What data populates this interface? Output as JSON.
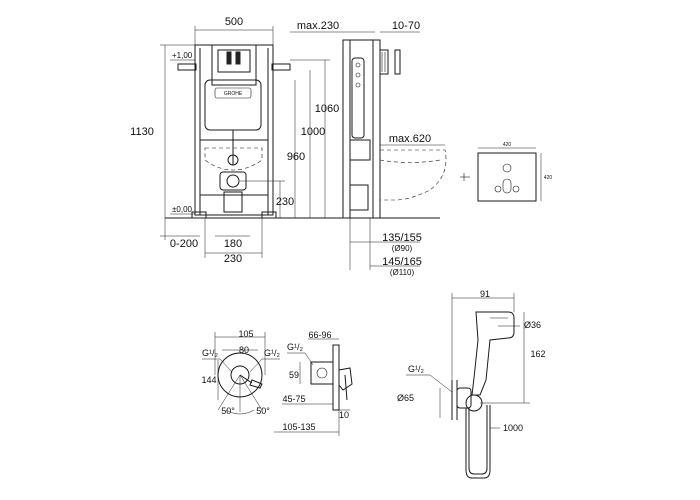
{
  "diagram": {
    "frame": {
      "width_500": "500",
      "height_1130": "1130",
      "plus_1_00": "+1,00",
      "zero_0_00": "±0,00",
      "h_1060": "1060",
      "h_1000": "1000",
      "h_960": "960",
      "h_230": "230",
      "w_180": "180",
      "w_230": "230",
      "range_0_200": "0-200",
      "max_230": "max.230",
      "range_10_70": "10-70",
      "max_620": "max.620",
      "d_135_155": "135/155",
      "d_90": "(Ø90)",
      "d_145_165": "145/165",
      "d_110": "(Ø110)",
      "brand": "GROHE"
    },
    "mat": {
      "w_420": "420",
      "h_420": "420"
    },
    "valve": {
      "d_105": "105",
      "d_80": "80",
      "g_left": "G¹/₂",
      "g_right": "G¹/₂",
      "h_144": "144",
      "a_left": "50°",
      "a_right": "50°"
    },
    "valve_side": {
      "r_66_96": "66-96",
      "g": "G¹/₂",
      "h_59": "59",
      "r_45_75": "45-75",
      "d_10": "10",
      "r_105_135": "105-135"
    },
    "shower": {
      "w_91": "91",
      "d_36": "Ø36",
      "h_162": "162",
      "g": "G¹/₂",
      "d_65": "Ø65",
      "hose_1000": "1000"
    }
  }
}
